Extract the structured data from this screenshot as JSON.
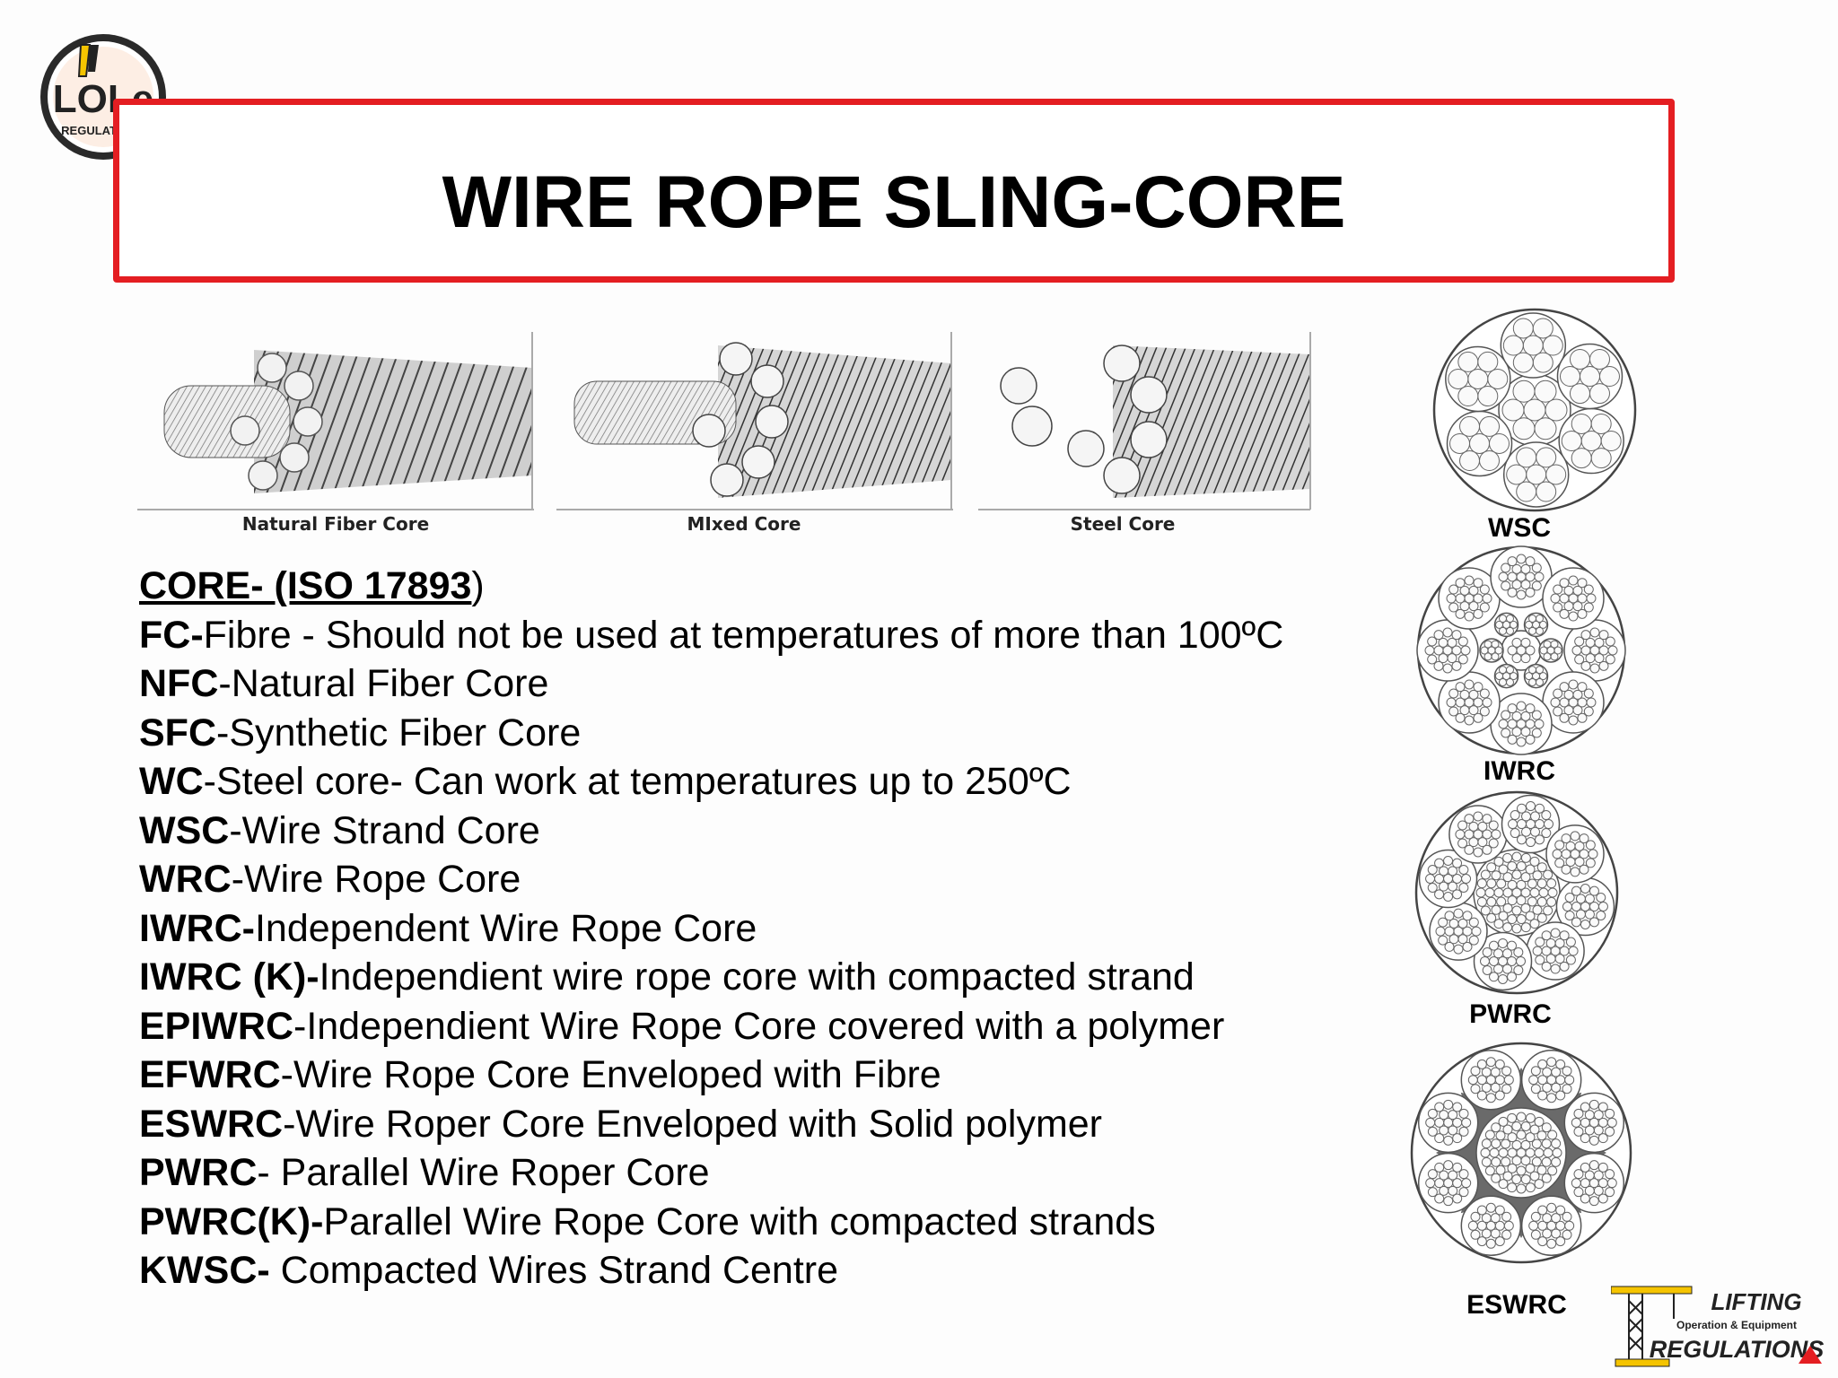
{
  "title": "WIRE ROPE SLING-CORE",
  "logo_top": {
    "name": "lole-logo-icon",
    "text": "LOLe",
    "sub": "REGULATIONS"
  },
  "logo_bottom": {
    "name": "lifting-regulations-logo-icon",
    "line1": "LIFTING",
    "line2": "Operation & Equipment",
    "line3": "REGULATIONS"
  },
  "ropes": [
    {
      "caption": "Natural Fiber Core",
      "core": "fiber"
    },
    {
      "caption": "MIxed Core",
      "core": "mixed"
    },
    {
      "caption": "Steel Core",
      "core": "steel"
    }
  ],
  "core_section": {
    "heading": "CORE- (ISO 17893",
    "heading_paren": ")",
    "items": [
      {
        "abbr": "FC-",
        "text": "Fibre  - Should not be used at temperatures of more than 100ºC"
      },
      {
        "abbr": "NFC",
        "text": "-Natural Fiber Core"
      },
      {
        "abbr": "SFC",
        "text": "-Synthetic Fiber Core"
      },
      {
        "abbr": "WC",
        "text": "-Steel core- Can work at temperatures up to 250ºC"
      },
      {
        "abbr": "WSC",
        "text": "-Wire Strand Core"
      },
      {
        "abbr": "WRC",
        "text": "-Wire Rope Core"
      },
      {
        "abbr": "IWRC-",
        "text": "Independent Wire Rope Core"
      },
      {
        "abbr": "IWRC (K)-",
        "text": "Independient wire rope core with compacted strand"
      },
      {
        "abbr": "EPIWRC",
        "text": "-Independient Wire Rope Core covered with a polymer"
      },
      {
        "abbr": "EFWRC",
        "text": "-Wire Rope Core Enveloped with Fibre"
      },
      {
        "abbr": "ESWRC",
        "text": "-Wire Roper Core Enveloped with  Solid polymer"
      },
      {
        "abbr": "PWRC",
        "text": "- Parallel Wire Roper Core"
      },
      {
        "abbr": "PWRC(K)-",
        "text": "Parallel Wire Rope Core with compacted strands"
      },
      {
        "abbr": "KWSC-",
        "text": " Compacted Wires Strand Centre"
      }
    ]
  },
  "cross_sections": [
    {
      "label": "WSC",
      "style": "large-wires"
    },
    {
      "label": "IWRC",
      "style": "fine-wires"
    },
    {
      "label": "PWRC",
      "style": "parallel"
    },
    {
      "label": "ESWRC",
      "style": "enveloped"
    }
  ]
}
